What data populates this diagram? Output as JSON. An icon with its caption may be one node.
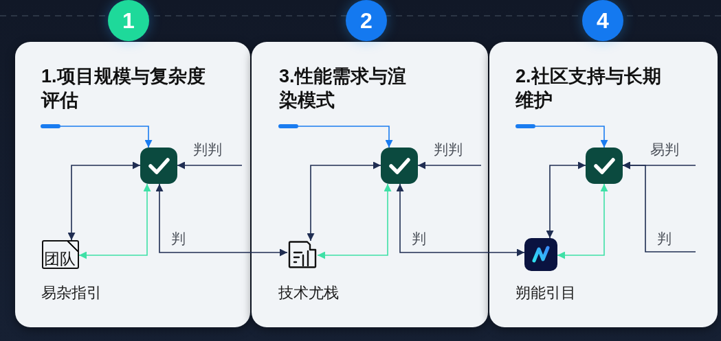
{
  "diagram": {
    "nodes": [
      {
        "text": [
          "1"
        ]
      },
      {
        "text": [
          "2"
        ]
      },
      {
        "text": [
          "4"
        ]
      },
      {
        "text": [
          "1.项目规模与复杂度评估"
        ]
      },
      {
        "text": [
          "3.性能需求与渲染模式"
        ]
      },
      {
        "text": [
          "2.社区支持与长期维护"
        ]
      },
      {
        "text": [],
        "shape": "bar",
        "in": 3
      },
      {
        "text": [],
        "shape": "box",
        "in": 3
      },
      {
        "text": [
          "团队"
        ],
        "in": 3,
        "beside": [
          "易杂指引"
        ]
      },
      {
        "text": [],
        "shape": "bar",
        "in": 4
      },
      {
        "text": [],
        "shape": "box",
        "in": 4
      },
      {
        "text": [],
        "shape": "picture",
        "in": 4,
        "beside": [
          "技术尤栈"
        ]
      },
      {
        "text": [],
        "shape": "bar",
        "in": 5
      },
      {
        "text": [],
        "shape": "box",
        "in": 5
      },
      {
        "text": [],
        "shape": "picture",
        "in": 5,
        "beside": [
          "朔能引目"
        ]
      }
    ],
    "edges": [
      {
        "from": 6,
        "to": 7,
        "arrow": "to",
        "color": "#1a7cf0"
      },
      {
        "from": null,
        "to": 7,
        "arrow": "to",
        "label": "判判"
      },
      {
        "from": 7,
        "to": 8,
        "arrow": "both"
      },
      {
        "from": 8,
        "to": 7,
        "arrow": "both",
        "color": "#3ee0a6"
      },
      {
        "from": 7,
        "to": 11,
        "arrow": "both",
        "label": "判"
      },
      {
        "from": 9,
        "to": 10,
        "arrow": "to",
        "color": "#1a7cf0"
      },
      {
        "from": null,
        "to": 10,
        "arrow": "to",
        "label": "判判"
      },
      {
        "from": 10,
        "to": 11,
        "arrow": "both"
      },
      {
        "from": 11,
        "to": 10,
        "arrow": "both",
        "color": "#3ee0a6"
      },
      {
        "from": 10,
        "to": 14,
        "arrow": "both",
        "label": "判"
      },
      {
        "from": 12,
        "to": 13,
        "arrow": "to",
        "color": "#1a7cf0"
      },
      {
        "from": null,
        "to": 13,
        "arrow": "to",
        "label": "易判"
      },
      {
        "from": null,
        "to": 13,
        "arrow": "to",
        "label": "判"
      },
      {
        "from": 13,
        "to": 14,
        "arrow": "both"
      },
      {
        "from": 14,
        "to": 13,
        "arrow": "both",
        "color": "#3ee0a6"
      }
    ]
  }
}
